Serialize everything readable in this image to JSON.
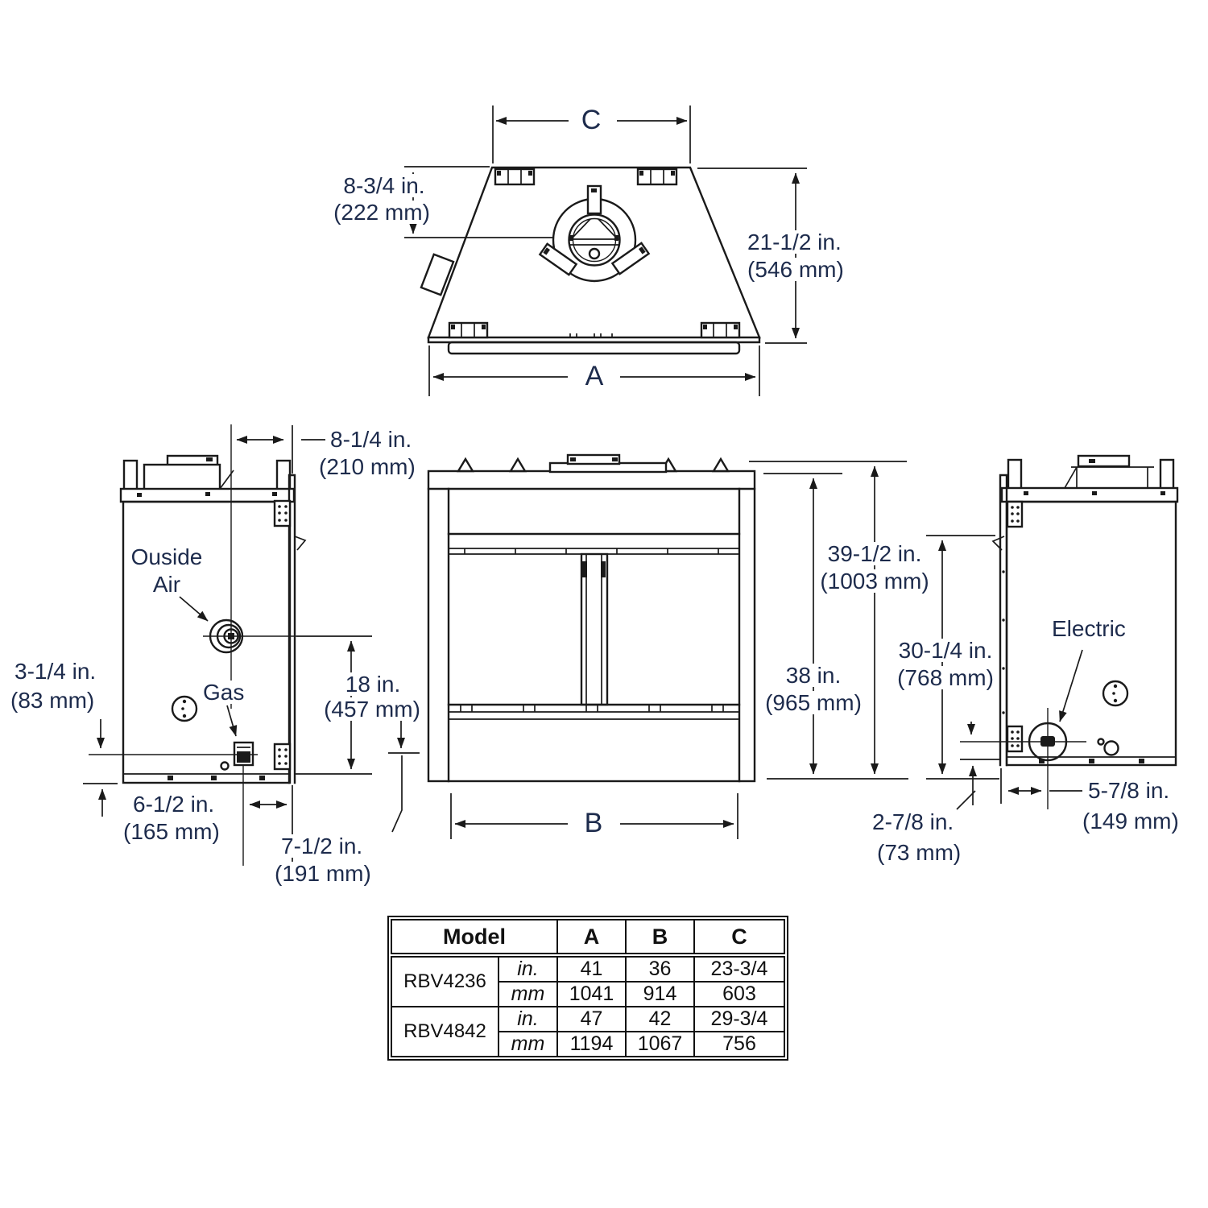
{
  "diagram": {
    "top_view": {
      "dim_c": "C",
      "dim_a": "A",
      "dim_874_in": "8-3/4 in.",
      "dim_874_mm": "(222 mm)",
      "dim_2112_in": "21-1/2 in.",
      "dim_2112_mm": "(546 mm)"
    },
    "left_view": {
      "outside_air_line1": "Ouside",
      "outside_air_line2": "Air",
      "gas": "Gas",
      "dim_814_in": "8-1/4 in.",
      "dim_814_mm": "(210 mm)",
      "dim_18_in": "18 in.",
      "dim_18_mm": "(457 mm)",
      "dim_314_in": "3-1/4 in.",
      "dim_314_mm": "(83 mm)",
      "dim_612_in": "6-1/2 in.",
      "dim_612_mm": "(165 mm)",
      "dim_712_in": "7-1/2 in.",
      "dim_712_mm": "(191 mm)"
    },
    "front_view": {
      "dim_b": "B",
      "dim_38_in": "38 in.",
      "dim_38_mm": "(965 mm)",
      "dim_3912_in": "39-1/2 in.",
      "dim_3912_mm": "(1003 mm)"
    },
    "right_view": {
      "electric": "Electric",
      "dim_3014_in": "30-1/4 in.",
      "dim_3014_mm": "(768 mm)",
      "dim_278_in": "2-7/8 in.",
      "dim_278_mm": "(73 mm)",
      "dim_578_in": "5-7/8 in.",
      "dim_578_mm": "(149 mm)"
    }
  },
  "table": {
    "header_model": "Model",
    "header_a": "A",
    "header_b": "B",
    "header_c": "C",
    "rows": [
      {
        "model": "RBV4236",
        "units": [
          {
            "unit": "in.",
            "a": "41",
            "b": "36",
            "c": "23-3/4"
          },
          {
            "unit": "mm",
            "a": "1041",
            "b": "914",
            "c": "603"
          }
        ]
      },
      {
        "model": "RBV4842",
        "units": [
          {
            "unit": "in.",
            "a": "47",
            "b": "42",
            "c": "29-3/4"
          },
          {
            "unit": "mm",
            "a": "1194",
            "b": "1067",
            "c": "756"
          }
        ]
      }
    ]
  }
}
